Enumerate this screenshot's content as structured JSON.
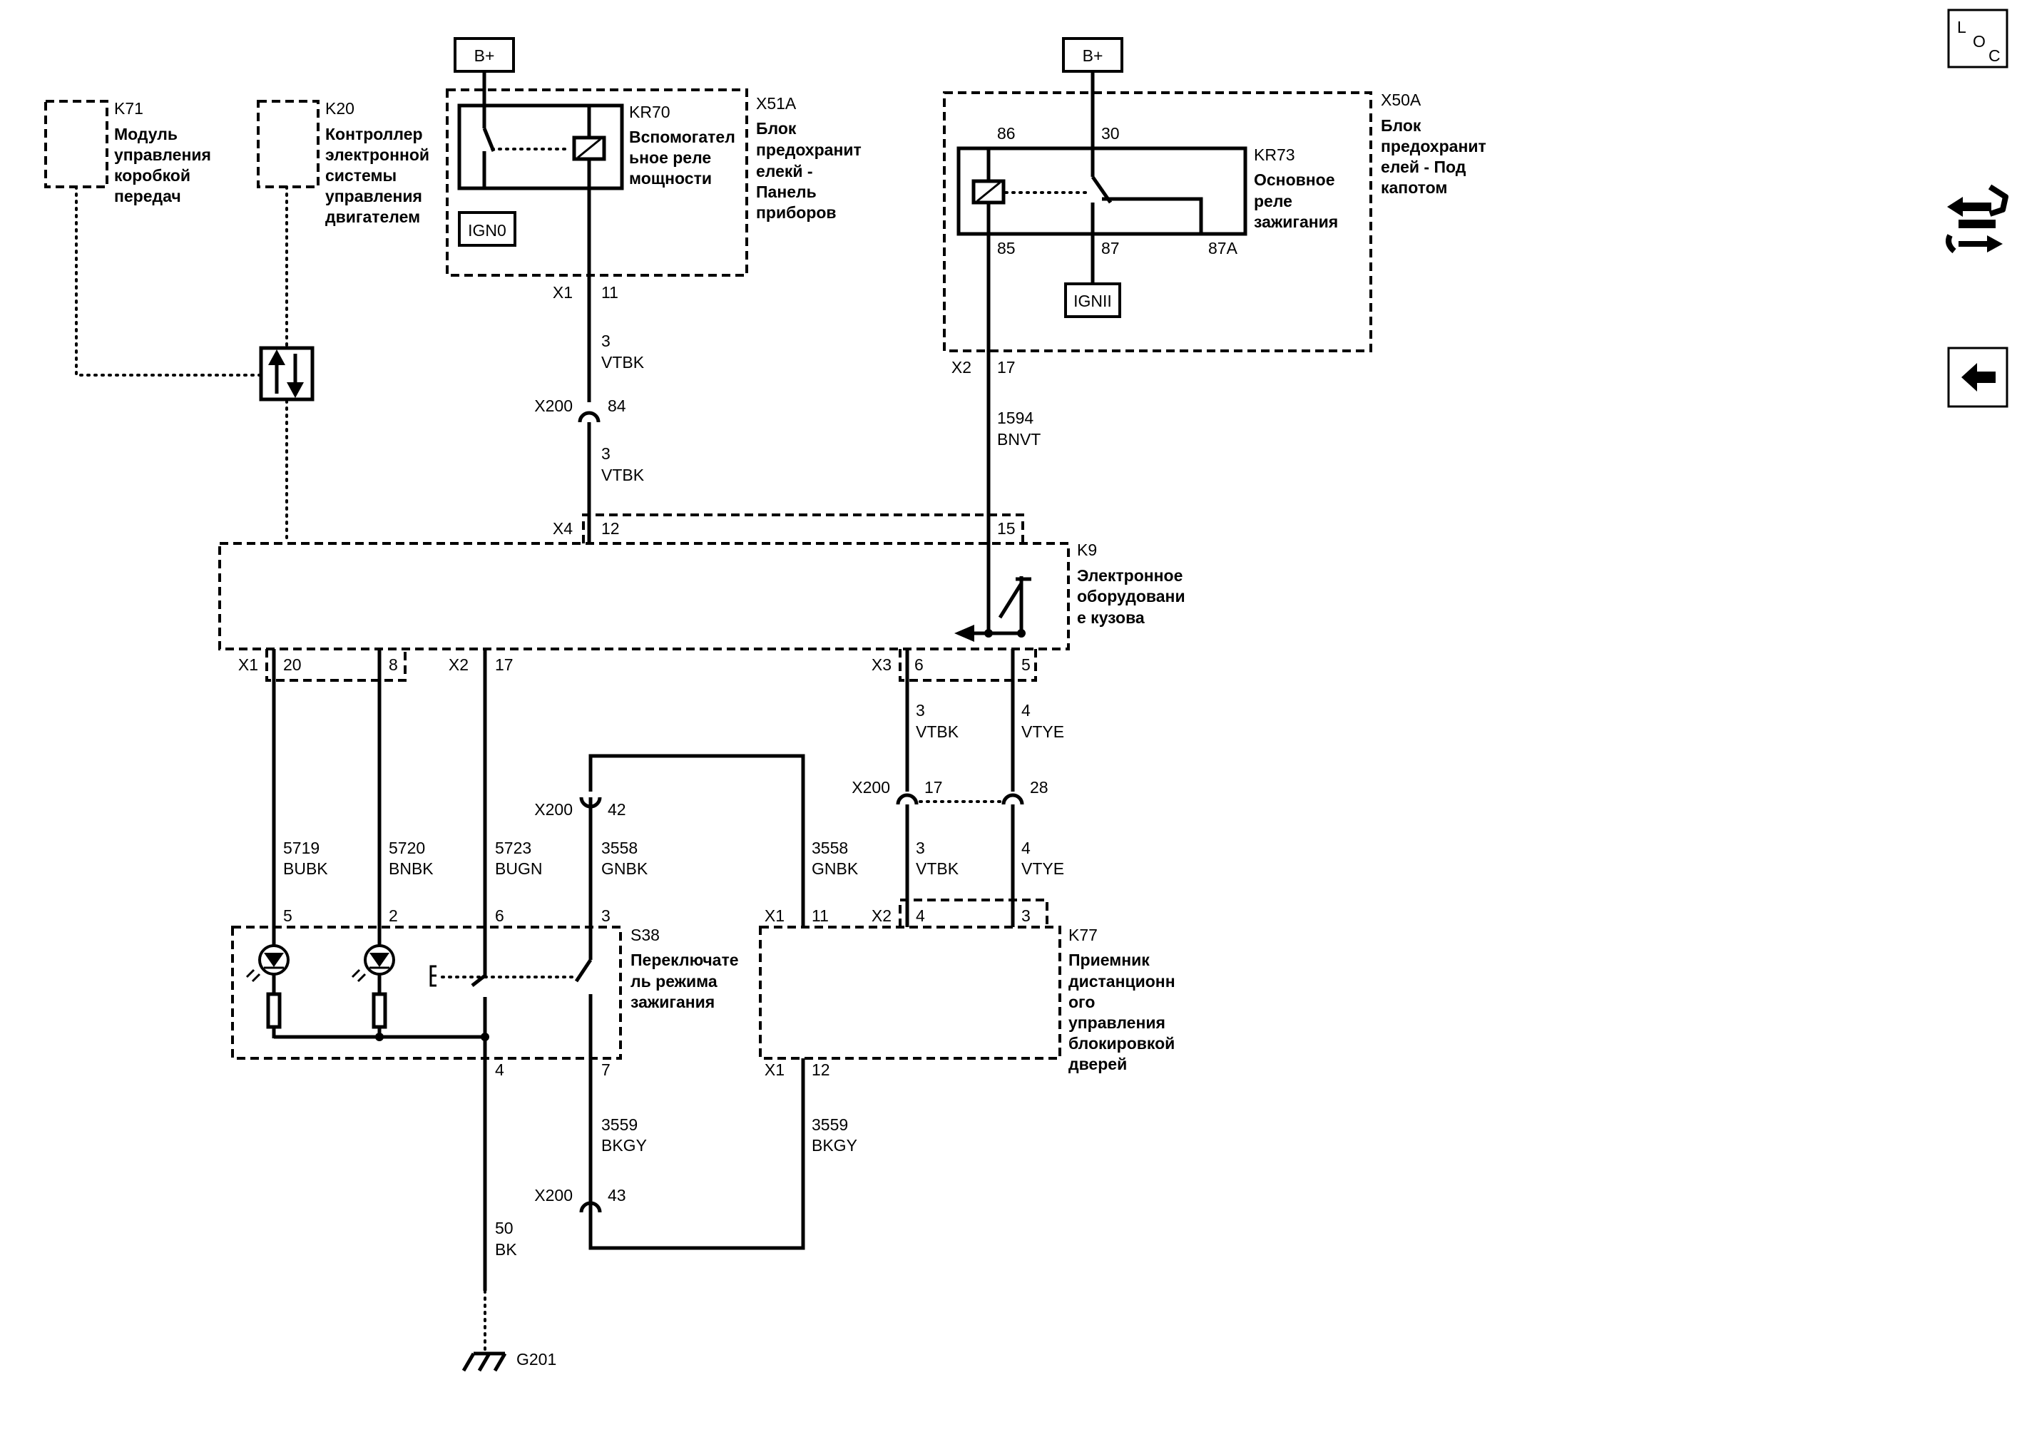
{
  "supply": {
    "b_plus_1": "B+",
    "b_plus_2": "B+"
  },
  "modules": {
    "k71": {
      "id": "K71",
      "name": [
        "Модуль",
        "управления",
        "коробкой",
        "передач"
      ]
    },
    "k20": {
      "id": "K20",
      "name": [
        "Контроллер",
        "электронной",
        "системы",
        "управления",
        "двигателем"
      ]
    },
    "kr70": {
      "id": "KR70",
      "name": [
        "Вспомогател",
        "ьное реле",
        "мощности"
      ],
      "ign": "IGN0"
    },
    "x51a": {
      "id": "X51A",
      "name": [
        "Блок",
        "предохранит",
        "елекй -",
        "Панель",
        "приборов"
      ]
    },
    "x50a": {
      "id": "X50A",
      "name": [
        "Блок",
        "предохранит",
        "елей - Под",
        "капотом"
      ]
    },
    "kr73": {
      "id": "KR73",
      "name": [
        "Основное",
        "реле",
        "зажигания"
      ],
      "ign": "IGNII",
      "pins": {
        "p86": "86",
        "p30": "30",
        "p85": "85",
        "p87": "87",
        "p87a": "87A"
      }
    },
    "k9": {
      "id": "K9",
      "name": [
        "Электронное",
        "оборудовани",
        "е кузова"
      ]
    },
    "s38": {
      "id": "S38",
      "name": [
        "Переключате",
        "ль режима",
        "зажигания"
      ]
    },
    "k77": {
      "id": "K77",
      "name": [
        "Приемник",
        "дистанционн",
        "ого",
        "управления",
        "блокировкой",
        "дверей"
      ]
    },
    "ground": {
      "id": "G201"
    }
  },
  "connectors": {
    "x1_11": {
      "conn": "X1",
      "pin": "11"
    },
    "x2_17_top": {
      "conn": "X2",
      "pin": "17"
    },
    "x200_84": {
      "conn": "X200",
      "pin": "84"
    },
    "x4_12": {
      "conn": "X4",
      "pin": "12"
    },
    "x4_15": {
      "pin": "15"
    },
    "k9_x1": {
      "conn": "X1",
      "pin_a": "20",
      "pin_b": "8"
    },
    "k9_x2": {
      "conn": "X2",
      "pin": "17"
    },
    "k9_x3": {
      "conn": "X3",
      "pin_a": "6",
      "pin_b": "5"
    },
    "x200_42": {
      "conn": "X200",
      "pin": "42"
    },
    "x200_17_28": {
      "conn": "X200",
      "pin_a": "17",
      "pin_b": "28"
    },
    "s38_pins": {
      "p5": "5",
      "p2": "2",
      "p6": "6",
      "p3": "3",
      "p4": "4",
      "p7": "7"
    },
    "k77_x1_top": {
      "conn": "X1",
      "pin": "11"
    },
    "k77_x2": {
      "conn": "X2",
      "pin_a": "4",
      "pin_b": "3"
    },
    "k77_x1_bottom": {
      "conn": "X1",
      "pin": "12"
    },
    "x200_43": {
      "conn": "X200",
      "pin": "43"
    }
  },
  "wires": {
    "w_vtbk_a": {
      "circuit": "3",
      "color": "VTBK"
    },
    "w_vtbk_b": {
      "circuit": "3",
      "color": "VTBK"
    },
    "w_bnvt": {
      "circuit": "1594",
      "color": "BNVT"
    },
    "w_vtbk_c": {
      "circuit": "3",
      "color": "VTBK"
    },
    "w_vtye_a": {
      "circuit": "4",
      "color": "VTYE"
    },
    "w_bubk": {
      "circuit": "5719",
      "color": "BUBK"
    },
    "w_bnbk": {
      "circuit": "5720",
      "color": "BNBK"
    },
    "w_bugn": {
      "circuit": "5723",
      "color": "BUGN"
    },
    "w_gnbk_a": {
      "circuit": "3558",
      "color": "GNBK"
    },
    "w_gnbk_b": {
      "circuit": "3558",
      "color": "GNBK"
    },
    "w_vtbk_d": {
      "circuit": "3",
      "color": "VTBK"
    },
    "w_vtye_b": {
      "circuit": "4",
      "color": "VTYE"
    },
    "w_bkgy_a": {
      "circuit": "3559",
      "color": "BKGY"
    },
    "w_bkgy_b": {
      "circuit": "3559",
      "color": "BKGY"
    },
    "w_bk": {
      "circuit": "50",
      "color": "BK"
    }
  },
  "sidebar": {
    "loc": {
      "l": "L",
      "o": "O",
      "c": "C"
    }
  }
}
